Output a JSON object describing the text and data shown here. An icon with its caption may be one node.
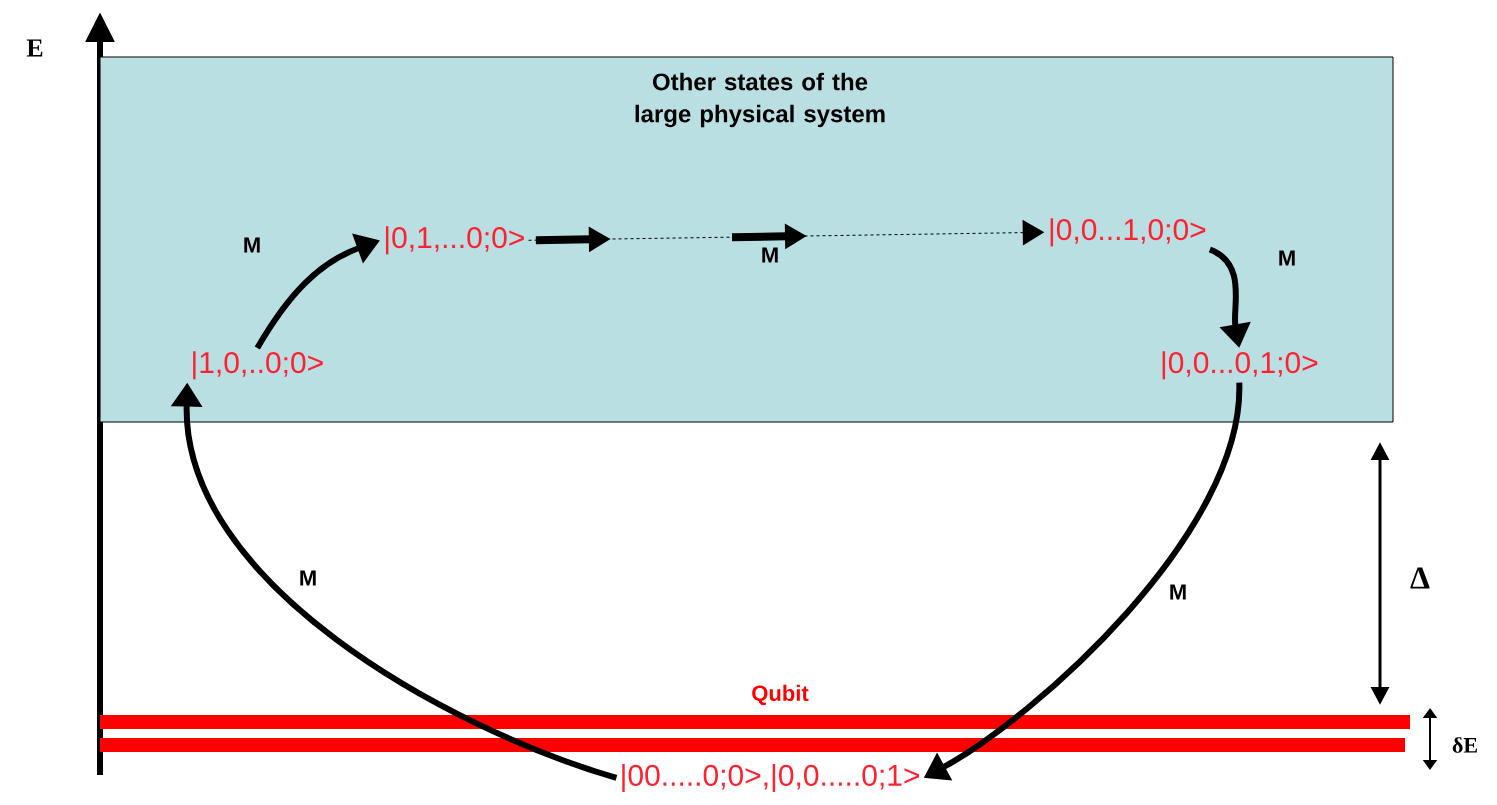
{
  "diagram": {
    "nodes": [
      {
        "text": [
          "Other states of the large physical system"
        ]
      },
      {
        "text": [
          "|1,0,..0;0>"
        ],
        "in": 0
      },
      {
        "text": [
          "|0,1,...0;0>"
        ],
        "in": 0
      },
      {
        "text": [
          "|0,0...1,0;0>"
        ],
        "in": 0
      },
      {
        "text": [
          "|0,0...0,1;0>"
        ],
        "in": 0
      },
      {
        "text": [
          "|00.....0;0>,|0,0.....0;1>"
        ]
      },
      {
        "text": [
          "Qubit"
        ]
      }
    ],
    "edges": [
      {
        "from": 1,
        "to": 2,
        "arrow": "to",
        "label": "M"
      },
      {
        "from": 2,
        "to": 3,
        "arrow": "to",
        "label": "M",
        "style": "dashed"
      },
      {
        "from": 3,
        "to": 4,
        "arrow": "to",
        "label": "M"
      },
      {
        "from": 4,
        "to": 5,
        "arrow": "to",
        "label": "M"
      },
      {
        "from": 5,
        "to": 1,
        "arrow": "to",
        "label": "M"
      }
    ],
    "labels": [
      "E",
      "Δ",
      "δE"
    ]
  }
}
